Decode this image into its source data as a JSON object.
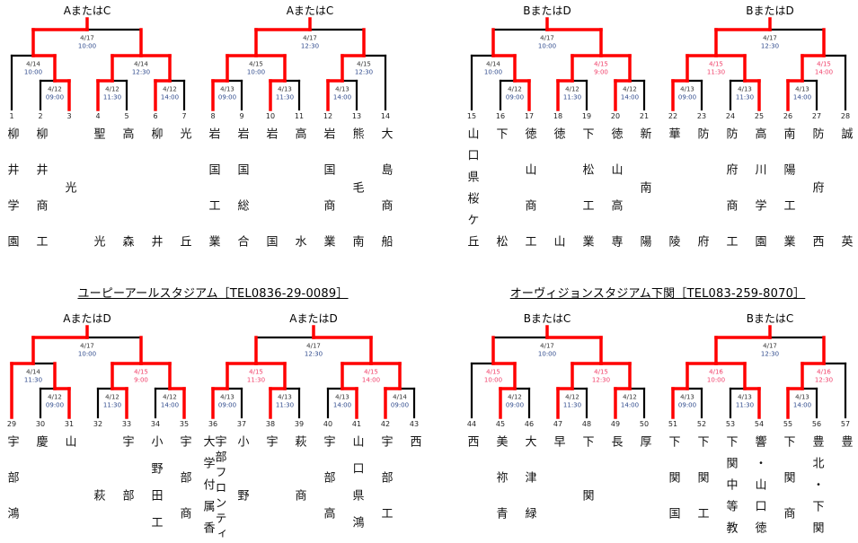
{
  "top": {
    "brackets": [
      {
        "label": "AまたはC",
        "teams": [
          {
            "seed": "1",
            "name": "柳井学園"
          },
          {
            "seed": "2",
            "name": "柳井商工"
          },
          {
            "seed": "3",
            "name": "光"
          },
          {
            "seed": "4",
            "name": "聖光"
          },
          {
            "seed": "5",
            "name": "高森"
          },
          {
            "seed": "6",
            "name": "柳井"
          },
          {
            "seed": "7",
            "name": "光丘"
          }
        ],
        "tree": {
          "date": "4/17",
          "time": "10:00",
          "hl": false,
          "up": "v",
          "kids": [
            {
              "date": "4/14",
              "time": "10:00",
              "hl": false,
              "up": "vh",
              "kids": [
                "",
                {
                  "date": "4/12",
                  "time": "09:00",
                  "hl": false,
                  "up": "vh",
                  "kids": [
                    "",
                    "vh"
                  ]
                }
              ]
            },
            {
              "date": "4/14",
              "time": "12:30",
              "hl": false,
              "up": "v",
              "kids": [
                {
                  "date": "4/12",
                  "time": "11:30",
                  "hl": false,
                  "up": "vh",
                  "kids": [
                    "vh",
                    ""
                  ]
                },
                {
                  "date": "4/12",
                  "time": "14:00",
                  "hl": false,
                  "up": "vh",
                  "kids": [
                    "vh",
                    ""
                  ]
                }
              ]
            }
          ]
        }
      },
      {
        "label": "AまたはC",
        "teams": [
          {
            "seed": "8",
            "name": "岩国工業"
          },
          {
            "seed": "9",
            "name": "岩国総合"
          },
          {
            "seed": "10",
            "name": "岩国"
          },
          {
            "seed": "11",
            "name": "高水"
          },
          {
            "seed": "12",
            "name": "岩国商業"
          },
          {
            "seed": "13",
            "name": "熊毛南"
          },
          {
            "seed": "14",
            "name": "大島商船"
          }
        ],
        "tree": {
          "date": "4/17",
          "time": "12:30",
          "hl": false,
          "up": "v",
          "kids": [
            {
              "date": "4/15",
              "time": "10:00",
              "hl": false,
              "up": "vh",
              "kids": [
                {
                  "date": "4/13",
                  "time": "09:00",
                  "hl": false,
                  "up": "vh",
                  "kids": [
                    "vh",
                    ""
                  ]
                },
                {
                  "date": "4/13",
                  "time": "11:30",
                  "hl": false,
                  "up": "vh",
                  "kids": [
                    "vh",
                    ""
                  ]
                }
              ]
            },
            {
              "date": "4/15",
              "time": "12:30",
              "hl": false,
              "up": "v",
              "kids": [
                {
                  "date": "4/13",
                  "time": "14:00",
                  "hl": false,
                  "up": "vh",
                  "kids": [
                    "vh",
                    ""
                  ]
                },
                ""
              ]
            }
          ]
        }
      },
      {
        "label": "BまたはD",
        "teams": [
          {
            "seed": "15",
            "name": "山口県桜ケ丘"
          },
          {
            "seed": "16",
            "name": "下松"
          },
          {
            "seed": "17",
            "name": "徳山商工"
          },
          {
            "seed": "18",
            "name": "徳山"
          },
          {
            "seed": "19",
            "name": "下松工業"
          },
          {
            "seed": "20",
            "name": "徳山高専"
          },
          {
            "seed": "21",
            "name": "新南陽"
          }
        ],
        "tree": {
          "date": "4/17",
          "time": "10:00",
          "hl": false,
          "up": "v",
          "kids": [
            {
              "date": "4/14",
              "time": "10:00",
              "hl": false,
              "up": "v",
              "kids": [
                "",
                {
                  "date": "4/12",
                  "time": "09:00",
                  "hl": false,
                  "up": "vh",
                  "kids": [
                    "",
                    "vh"
                  ]
                }
              ]
            },
            {
              "date": "4/15",
              "time": "9:00",
              "hl": true,
              "up": "vh",
              "kids": [
                {
                  "date": "4/12",
                  "time": "11:30",
                  "hl": false,
                  "up": "vh",
                  "kids": [
                    "vh",
                    ""
                  ]
                },
                {
                  "date": "4/12",
                  "time": "14:00",
                  "hl": false,
                  "up": "vh",
                  "kids": [
                    "vh",
                    ""
                  ]
                }
              ]
            }
          ]
        }
      },
      {
        "label": "BまたはD",
        "teams": [
          {
            "seed": "22",
            "name": "華陵"
          },
          {
            "seed": "23",
            "name": "防府"
          },
          {
            "seed": "24",
            "name": "防府商工"
          },
          {
            "seed": "25",
            "name": "高川学園"
          },
          {
            "seed": "26",
            "name": "南陽工業"
          },
          {
            "seed": "27",
            "name": "防府西"
          },
          {
            "seed": "28",
            "name": "誠英"
          }
        ],
        "tree": {
          "date": "4/17",
          "time": "12:30",
          "hl": false,
          "up": "v",
          "kids": [
            {
              "date": "4/15",
              "time": "11:30",
              "hl": true,
              "up": "vh",
              "kids": [
                {
                  "date": "4/13",
                  "time": "09:00",
                  "hl": false,
                  "up": "vh",
                  "kids": [
                    "vh",
                    ""
                  ]
                },
                {
                  "date": "4/13",
                  "time": "11:30",
                  "hl": false,
                  "up": "vh",
                  "kids": [
                    "",
                    "vh"
                  ]
                }
              ]
            },
            {
              "date": "4/15",
              "time": "14:00",
              "hl": true,
              "up": "v",
              "kids": [
                {
                  "date": "4/13",
                  "time": "14:00",
                  "hl": false,
                  "up": "vh",
                  "kids": [
                    "vh",
                    ""
                  ]
                },
                ""
              ]
            }
          ]
        }
      }
    ]
  },
  "bottom": {
    "venue_left": "ユーピーアールスタジアム［TEL0836-29-0089］",
    "venue_right": "オーヴィジョンスタジアム下関［TEL083-259-8070］",
    "brackets": [
      {
        "label": "AまたはD",
        "teams": [
          {
            "seed": "29",
            "name": "宇部鴻"
          },
          {
            "seed": "30",
            "name": "慶"
          },
          {
            "seed": "31",
            "name": "山"
          },
          {
            "seed": "32",
            "name": "萩"
          },
          {
            "seed": "33",
            "name": "宇部"
          },
          {
            "seed": "34",
            "name": "小野田工"
          },
          {
            "seed": "35",
            "name": "宇部商"
          }
        ],
        "tree": {
          "date": "4/17",
          "time": "10:00",
          "hl": false,
          "up": "v",
          "kids": [
            {
              "date": "4/14",
              "time": "11:30",
              "hl": false,
              "up": "vh",
              "kids": [
                "vh",
                {
                  "date": "4/12",
                  "time": "09:00",
                  "hl": false,
                  "up": "v",
                  "kids": [
                    "",
                    "vh"
                  ]
                }
              ]
            },
            {
              "date": "4/15",
              "time": "9:00",
              "hl": true,
              "up": "v",
              "kids": [
                {
                  "date": "4/12",
                  "time": "11:30",
                  "hl": false,
                  "up": "vh",
                  "kids": [
                    "",
                    "vh"
                  ]
                },
                {
                  "date": "4/12",
                  "time": "14:00",
                  "hl": false,
                  "up": "vh",
                  "kids": [
                    "",
                    "vh"
                  ]
                }
              ]
            }
          ]
        }
      },
      {
        "label": "AまたはD",
        "teams": [
          {
            "seed": "36",
            "name": [
              "宇部フロンティ",
              "大学付属香"
            ]
          },
          {
            "seed": "37",
            "name": "小野"
          },
          {
            "seed": "38",
            "name": "宇"
          },
          {
            "seed": "39",
            "name": "萩商"
          },
          {
            "seed": "40",
            "name": "宇部高"
          },
          {
            "seed": "41",
            "name": "山口県鴻"
          },
          {
            "seed": "42",
            "name": "宇部工"
          },
          {
            "seed": "43",
            "name": "西"
          }
        ],
        "tree": {
          "date": "4/17",
          "time": "12:30",
          "hl": false,
          "up": "v",
          "kids": [
            {
              "date": "4/15",
              "time": "11:30",
              "hl": true,
              "up": "v",
              "kids": [
                {
                  "date": "4/13",
                  "time": "09:00",
                  "hl": false,
                  "up": "vh",
                  "kids": [
                    "vh",
                    ""
                  ]
                },
                {
                  "date": "4/13",
                  "time": "11:30",
                  "hl": false,
                  "up": "vh",
                  "kids": [
                    "vh",
                    ""
                  ]
                }
              ]
            },
            {
              "date": "4/15",
              "time": "14:00",
              "hl": true,
              "up": "vh",
              "kids": [
                {
                  "date": "4/13",
                  "time": "14:00",
                  "hl": false,
                  "up": "vh",
                  "kids": [
                    "",
                    "vh"
                  ]
                },
                {
                  "date": "4/14",
                  "time": "09:00",
                  "hl": false,
                  "up": "vh",
                  "kids": [
                    "vh",
                    ""
                  ]
                }
              ]
            }
          ]
        }
      },
      {
        "label": "BまたはC",
        "teams": [
          {
            "seed": "44",
            "name": "西"
          },
          {
            "seed": "45",
            "name": "美祢青"
          },
          {
            "seed": "46",
            "name": "大津緑"
          },
          {
            "seed": "47",
            "name": "早"
          },
          {
            "seed": "48",
            "name": "下関"
          },
          {
            "seed": "49",
            "name": "長"
          },
          {
            "seed": "50",
            "name": "厚"
          }
        ],
        "tree": {
          "date": "4/17",
          "time": "10:00",
          "hl": false,
          "up": "v",
          "kids": [
            {
              "date": "4/15",
              "time": "10:00",
              "hl": true,
              "up": "v",
              "kids": [
                "",
                {
                  "date": "4/12",
                  "time": "09:00",
                  "hl": false,
                  "up": "vh",
                  "kids": [
                    "vh",
                    ""
                  ]
                }
              ]
            },
            {
              "date": "4/15",
              "time": "12:30",
              "hl": true,
              "up": "vh",
              "kids": [
                {
                  "date": "4/12",
                  "time": "11:30",
                  "hl": false,
                  "up": "vh",
                  "kids": [
                    "vh",
                    ""
                  ]
                },
                {
                  "date": "4/12",
                  "time": "14:00",
                  "hl": false,
                  "up": "vh",
                  "kids": [
                    "vh",
                    ""
                  ]
                }
              ]
            }
          ]
        }
      },
      {
        "label": "BまたはC",
        "teams": [
          {
            "seed": "51",
            "name": "下関国"
          },
          {
            "seed": "52",
            "name": "下関工"
          },
          {
            "seed": "53",
            "name": "下関中等教"
          },
          {
            "seed": "54",
            "name": "響・山口徳"
          },
          {
            "seed": "55",
            "name": "下関商"
          },
          {
            "seed": "56",
            "name": "豊北・下関"
          },
          {
            "seed": "57",
            "name": "豊"
          }
        ],
        "tree": {
          "date": "4/17",
          "time": "12:30",
          "hl": false,
          "up": "v",
          "kids": [
            {
              "date": "4/16",
              "time": "10:00",
              "hl": true,
              "up": "vh",
              "kids": [
                {
                  "date": "4/13",
                  "time": "09:00",
                  "hl": false,
                  "up": "vh",
                  "kids": [
                    "vh",
                    ""
                  ]
                },
                {
                  "date": "4/13",
                  "time": "11:30",
                  "hl": false,
                  "up": "vh",
                  "kids": [
                    "",
                    "vh"
                  ]
                }
              ]
            },
            {
              "date": "4/16",
              "time": "12:30",
              "hl": true,
              "up": "v",
              "kids": [
                {
                  "date": "4/13",
                  "time": "14:00",
                  "hl": false,
                  "up": "vh",
                  "kids": [
                    "vh",
                    ""
                  ]
                },
                ""
              ]
            }
          ]
        }
      }
    ]
  }
}
